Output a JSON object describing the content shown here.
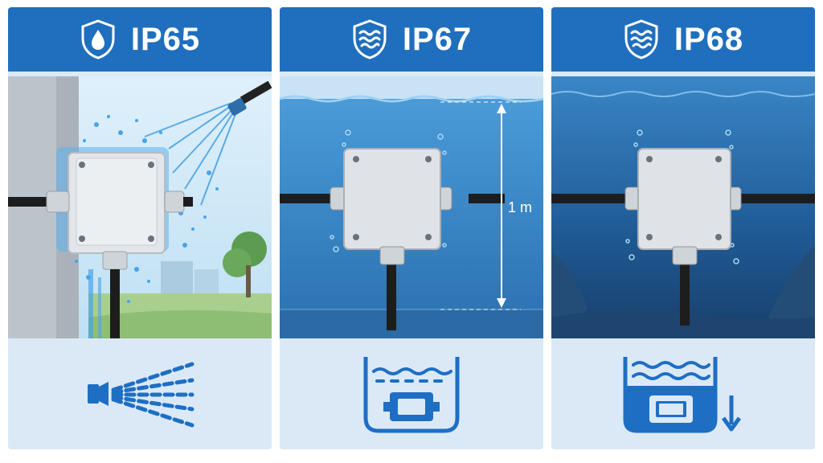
{
  "panels": [
    {
      "rating": "IP65",
      "header_icon": "water-drop-shield-icon",
      "scene": "water-jet-spray",
      "footer_icon": "spray-nozzle-icon"
    },
    {
      "rating": "IP67",
      "header_icon": "waves-shield-icon",
      "scene": "submerged-box",
      "depth_label": "1 m",
      "footer_icon": "box-in-water-tank-icon"
    },
    {
      "rating": "IP68",
      "header_icon": "waves-shield-icon",
      "scene": "deep-submerged-box",
      "footer_icon": "box-deep-water-arrow-icon"
    }
  ],
  "colors": {
    "header": "#1f6fbe",
    "icon_blue": "#1e6fc4",
    "panel_bg": "#dbe9f7",
    "water_light": "#3f8fd0",
    "water_deep": "#1c4f86"
  }
}
